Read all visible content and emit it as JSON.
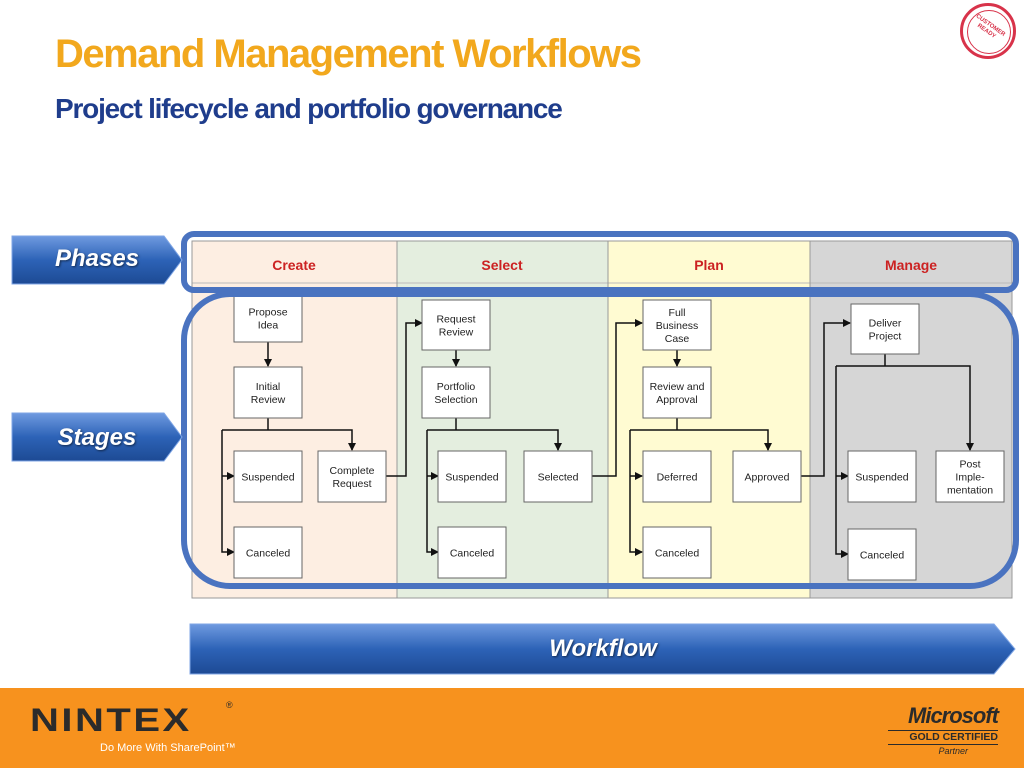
{
  "title": "Demand Management Workflows",
  "subtitle": "Project lifecycle and portfolio governance",
  "stamp_text": "CUSTOMER READY",
  "labels": {
    "phases": "Phases",
    "stages": "Stages",
    "workflow": "Workflow"
  },
  "phases": [
    {
      "name": "Create",
      "color": "#fdeee2"
    },
    {
      "name": "Select",
      "color": "#e4eedf"
    },
    {
      "name": "Plan",
      "color": "#fffbd2"
    },
    {
      "name": "Manage",
      "color": "#d6d6d6"
    }
  ],
  "boxes": {
    "create_propose": [
      "Propose",
      "Idea"
    ],
    "create_review": [
      "Initial",
      "Review"
    ],
    "create_suspended": [
      "Suspended"
    ],
    "create_complete": [
      "Complete",
      "Request"
    ],
    "create_canceled": [
      "Canceled"
    ],
    "select_request": [
      "Request",
      "Review"
    ],
    "select_portfolio": [
      "Portfolio",
      "Selection"
    ],
    "select_suspended": [
      "Suspended"
    ],
    "select_selected": [
      "Selected"
    ],
    "select_canceled": [
      "Canceled"
    ],
    "plan_full": [
      "Full",
      "Business",
      "Case"
    ],
    "plan_review": [
      "Review and",
      "Approval"
    ],
    "plan_deferred": [
      "Deferred"
    ],
    "plan_approved": [
      "Approved"
    ],
    "plan_canceled": [
      "Canceled"
    ],
    "manage_deliver": [
      "Deliver",
      "Project"
    ],
    "manage_suspended": [
      "Suspended"
    ],
    "manage_post": [
      "Post",
      "Imple-",
      "mentation"
    ],
    "manage_canceled": [
      "Canceled"
    ]
  },
  "footer": {
    "logo_text": "NINTEX",
    "tagline": "Do More With SharePoint™",
    "partner_brand": "Microsoft",
    "partner_level": "GOLD CERTIFIED",
    "partner_label": "Partner"
  },
  "colors": {
    "title": "#f2a81d",
    "subtitle": "#1f3d8c",
    "highlight_border": "#4a73c0",
    "tag_blue": "#2d63b7",
    "footer": "#f7921e",
    "phase_text": "#cc2222"
  }
}
